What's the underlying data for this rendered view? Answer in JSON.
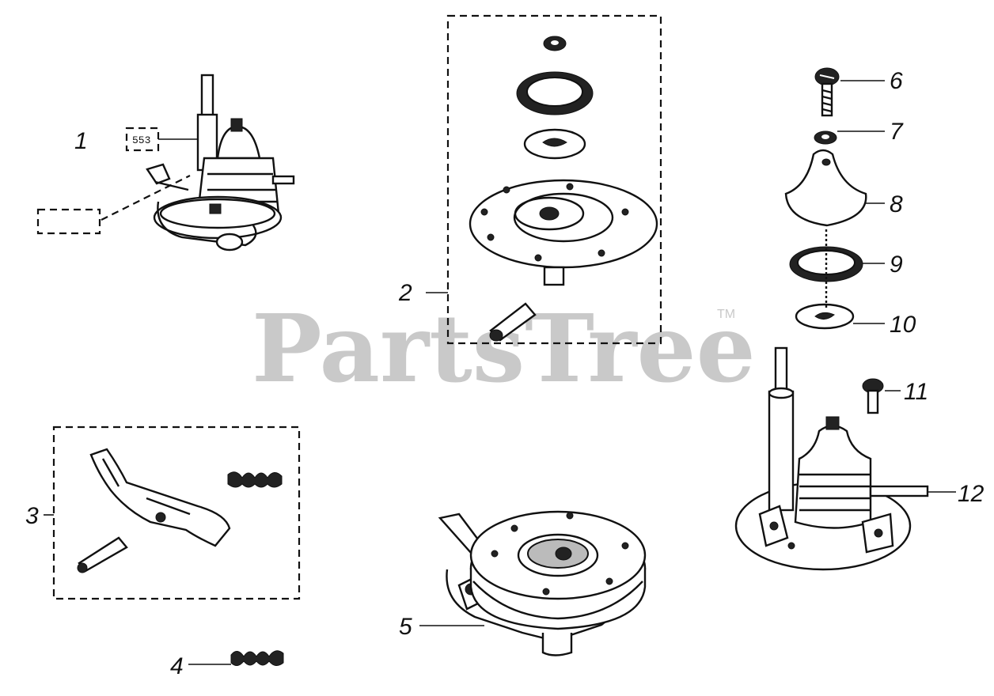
{
  "watermark": {
    "text": "PartsTree",
    "mark": "TM"
  },
  "reference_box": {
    "label": "553"
  },
  "callouts": [
    {
      "id": "1",
      "label": "1"
    },
    {
      "id": "2",
      "label": "2"
    },
    {
      "id": "3",
      "label": "3"
    },
    {
      "id": "4",
      "label": "4"
    },
    {
      "id": "5",
      "label": "5"
    },
    {
      "id": "6",
      "label": "6"
    },
    {
      "id": "7",
      "label": "7"
    },
    {
      "id": "8",
      "label": "8"
    },
    {
      "id": "9",
      "label": "9"
    },
    {
      "id": "10",
      "label": "10"
    },
    {
      "id": "11",
      "label": "11"
    },
    {
      "id": "12",
      "label": "12"
    }
  ]
}
